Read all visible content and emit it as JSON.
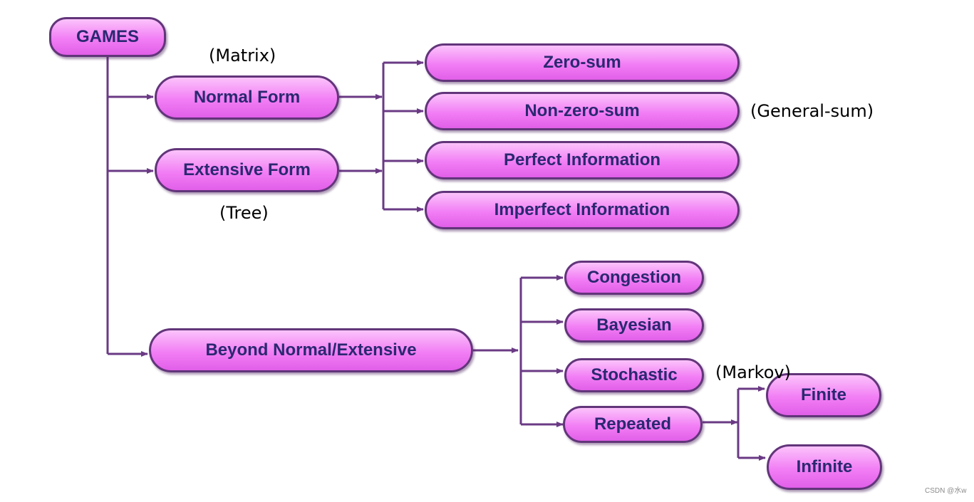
{
  "diagram": {
    "root": "GAMES",
    "level1": {
      "normal_form": "Normal Form",
      "extensive_form": "Extensive Form",
      "beyond": "Beyond Normal/Extensive"
    },
    "form_types": {
      "zero_sum": "Zero-sum",
      "non_zero_sum": "Non-zero-sum",
      "perfect_information": "Perfect Information",
      "imperfect_information": "Imperfect Information"
    },
    "beyond_types": {
      "congestion": "Congestion",
      "bayesian": "Bayesian",
      "stochastic": "Stochastic",
      "repeated": "Repeated"
    },
    "repeated_types": {
      "finite": "Finite",
      "infinite": "Infinite"
    },
    "annotations": {
      "matrix": "(Matrix)",
      "tree": "(Tree)",
      "general_sum": "(General-sum)",
      "markov": "(Markov)"
    },
    "colors": {
      "node_fill": "#f27ef5",
      "node_border": "#62357a",
      "node_text": "#2a2870",
      "connector": "#6a3a84"
    }
  },
  "watermark": "CSDN @水w"
}
